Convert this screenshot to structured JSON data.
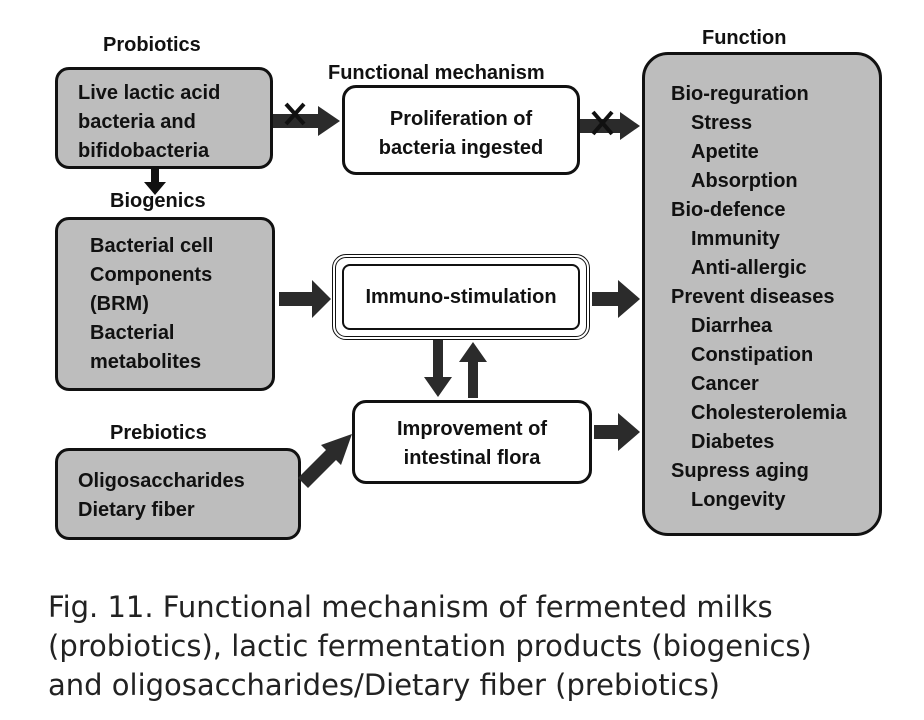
{
  "sections": {
    "probiotics": "Probiotics",
    "mechanism": "Functional mechanism",
    "function": "Function",
    "biogenics": "Biogenics",
    "prebiotics": "Prebiotics"
  },
  "boxes": {
    "probiotics_box": [
      "Live lactic acid",
      "bacteria and",
      "bifidobacteria"
    ],
    "proliferation": [
      "Proliferation of",
      "bacteria ingested"
    ],
    "biogenics_box": [
      "Bacterial cell",
      "Components",
      "(BRM)",
      "Bacterial",
      "metabolites"
    ],
    "immuno": "Immuno-stimulation",
    "improvement": [
      "Improvement of",
      "intestinal flora"
    ],
    "prebiotics_box": [
      "Oligosaccharides",
      "Dietary fiber"
    ]
  },
  "functions": [
    {
      "text": "Bio-reguration",
      "level": 0
    },
    {
      "text": "Stress",
      "level": 1
    },
    {
      "text": "Apetite",
      "level": 1
    },
    {
      "text": "Absorption",
      "level": 1
    },
    {
      "text": "Bio-defence",
      "level": 0
    },
    {
      "text": "Immunity",
      "level": 1
    },
    {
      "text": "Anti-allergic",
      "level": 1
    },
    {
      "text": "Prevent diseases",
      "level": 0
    },
    {
      "text": "Diarrhea",
      "level": 1
    },
    {
      "text": "Constipation",
      "level": 1
    },
    {
      "text": "Cancer",
      "level": 1
    },
    {
      "text": "Cholesterolemia",
      "level": 1
    },
    {
      "text": "Diabetes",
      "level": 1
    },
    {
      "text": "Supress  aging",
      "level": 0
    },
    {
      "text": "Longevity",
      "level": 1
    }
  ],
  "caption": [
    "Fig. 11. Functional mechanism of fermented milks",
    "(probiotics), lactic fermentation products (biogenics)",
    "and oligosaccharides/Dietary fiber (prebiotics)"
  ],
  "colors": {
    "box_fill": "#bdbdbd",
    "arrow": "#2b2b2b",
    "cross": "#111111"
  }
}
